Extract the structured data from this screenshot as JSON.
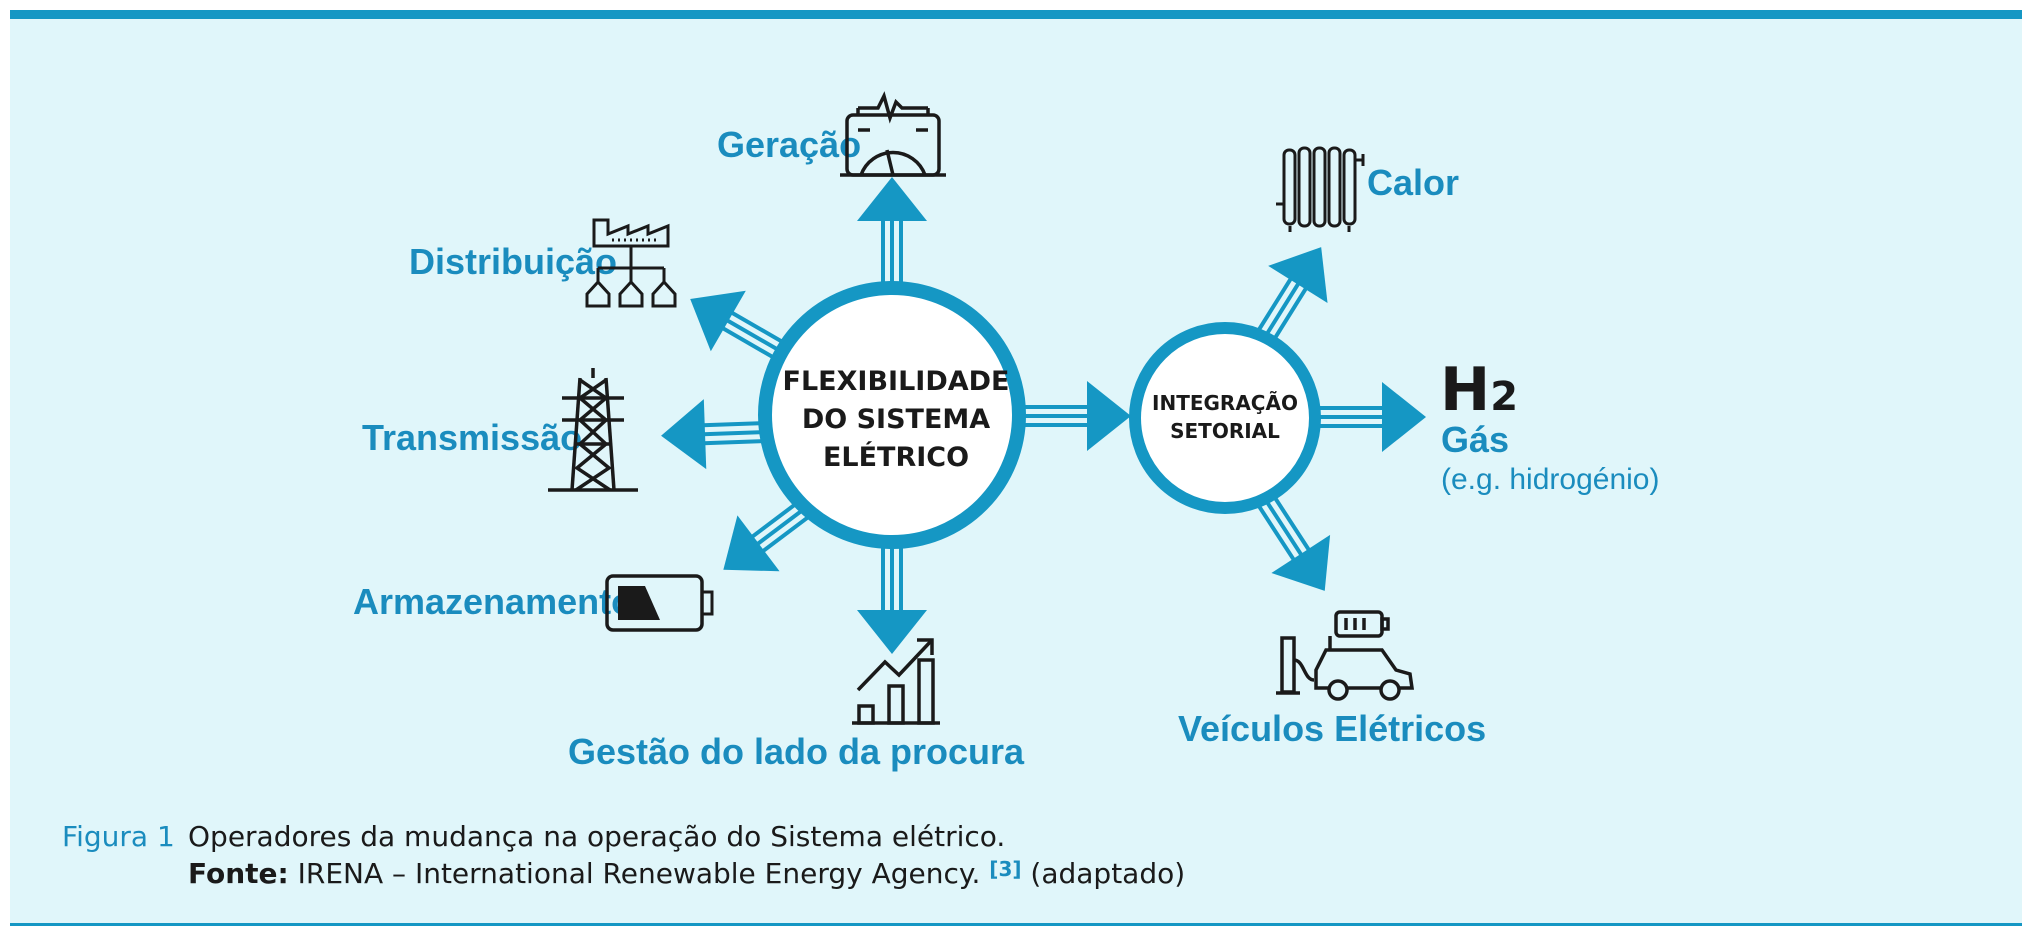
{
  "center": {
    "line1": "FLEXIBILIDADE",
    "line2": "DO SISTEMA",
    "line3": "ELÉTRICO"
  },
  "hub": {
    "line1": "INTEGRAÇÃO",
    "line2": "SETORIAL"
  },
  "drivers": {
    "geracao": "Geração",
    "distribuicao": "Distribuição",
    "transmissao": "Transmissão",
    "armazenamento": "Armazenamento",
    "gestao": "Gestão do lado da procura"
  },
  "sectors": {
    "calor": "Calor",
    "h2": "H2",
    "gas": "Gás",
    "gas_note": "(e.g. hidrogénio)",
    "veiculos": "Veículos Elétricos"
  },
  "caption": {
    "figure": "Figura 1",
    "text": "Operadores da mudança na operação do Sistema elétrico.",
    "source_label": "Fonte:",
    "source": "IRENA – International Renewable Energy Agency.",
    "ref": "[3]",
    "suffix": "(adaptado)"
  },
  "colors": {
    "accent": "#1597c4",
    "background": "#e0f6fa",
    "text": "#1a1a1a"
  }
}
